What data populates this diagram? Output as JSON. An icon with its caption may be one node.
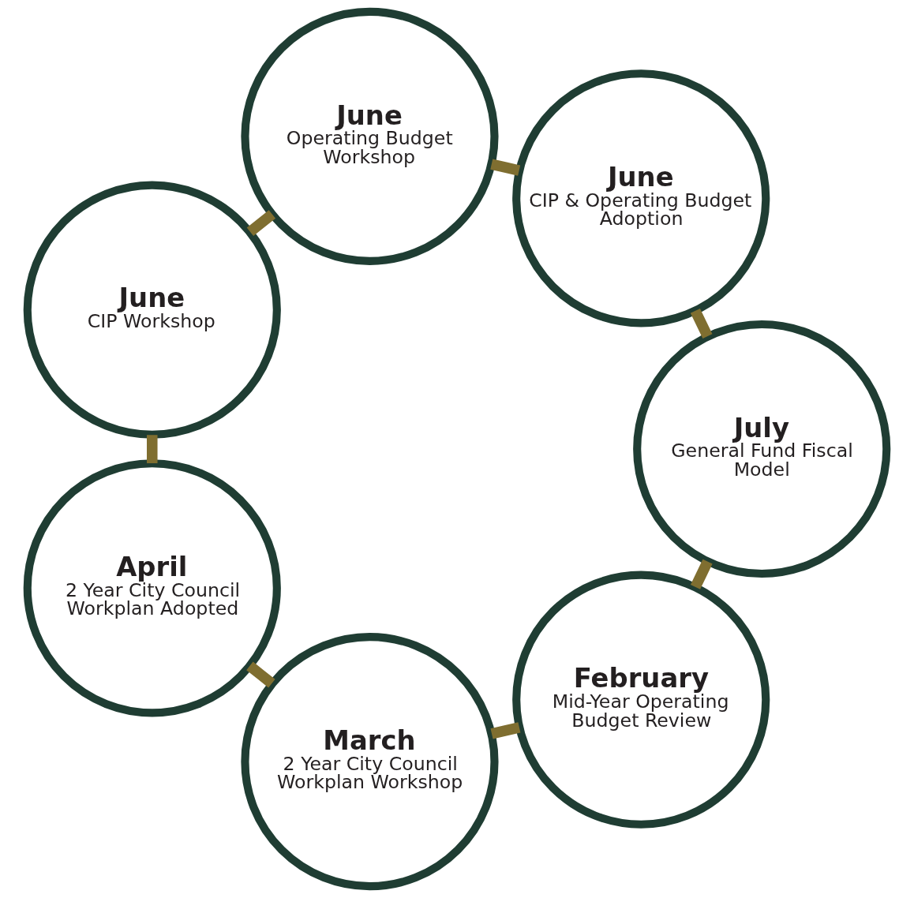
{
  "diagram": {
    "nodes": [
      {
        "text": [
          "February",
          "Mid-Year Operating Budget Review"
        ]
      },
      {
        "text": [
          "March",
          "2 Year City Council Workplan Workshop"
        ]
      },
      {
        "text": [
          "April",
          "2 Year City Council Workplan Adopted"
        ]
      },
      {
        "text": [
          "June",
          "CIP Workshop"
        ]
      },
      {
        "text": [
          "June",
          "Operating Budget Workshop"
        ]
      },
      {
        "text": [
          "June",
          "CIP & Operating Budget Adoption"
        ]
      },
      {
        "text": [
          "July",
          "General Fund Fiscal Model"
        ]
      }
    ],
    "edges": [
      {
        "from": 0,
        "to": 1,
        "arrow": "none"
      },
      {
        "from": 1,
        "to": 2,
        "arrow": "none"
      },
      {
        "from": 2,
        "to": 3,
        "arrow": "none"
      },
      {
        "from": 3,
        "to": 4,
        "arrow": "none"
      },
      {
        "from": 4,
        "to": 5,
        "arrow": "none"
      },
      {
        "from": 5,
        "to": 6,
        "arrow": "none"
      },
      {
        "from": 6,
        "to": 0,
        "arrow": "none"
      }
    ]
  }
}
